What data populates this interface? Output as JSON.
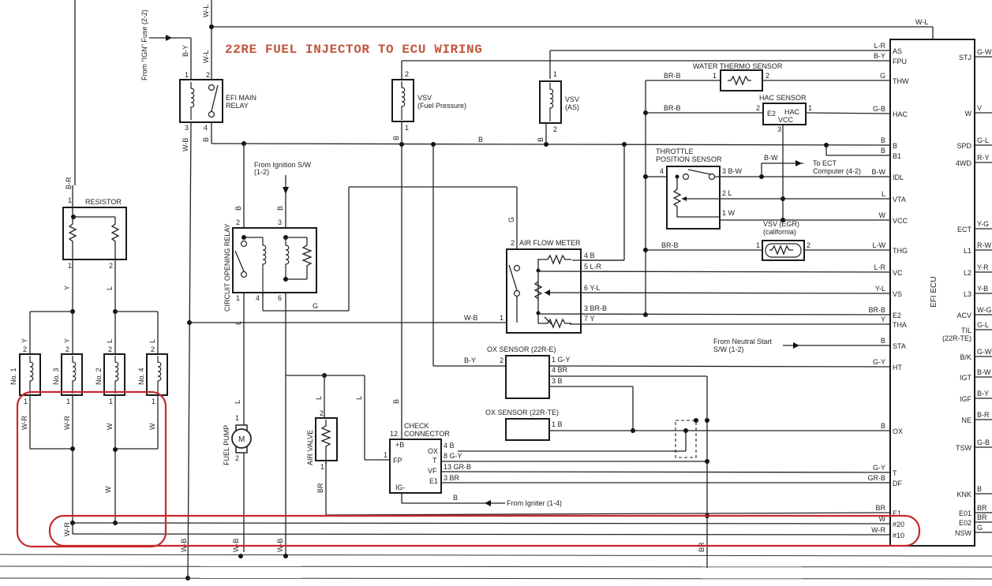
{
  "title": "22RE FUEL INJECTOR TO ECU WIRING",
  "colors": {
    "title": "#c0553a",
    "highlight": "#c8282e",
    "ink": "#1e1e1e",
    "background": "#ffffff"
  },
  "sources": {
    "ign_fuse": "From \"IGN\" Fuse (2-2)",
    "ignition_sw": "From Ignition S/W",
    "ignition_sw_ref": "(1-2)",
    "ect_computer": "To ECT",
    "ect_computer_ref": "Computer (4-2)",
    "neutral_start": "From Neutral Start",
    "neutral_start_ref": "S/W (1-2)",
    "igniter": "From Igniter (1-4)"
  },
  "components": {
    "efi_main_relay": {
      "label1": "EFI MAIN",
      "label2": "RELAY",
      "pins": [
        "1",
        "2",
        "3",
        "4"
      ]
    },
    "resistor": {
      "label": "RESISTOR",
      "pins": [
        "1",
        "1",
        "2"
      ]
    },
    "injectors": [
      {
        "label": "No. 1",
        "pin_top": "2",
        "pin_bottom": "1",
        "wire_top": "Y",
        "wire_bottom": "W-R"
      },
      {
        "label": "No. 3",
        "pin_top": "2",
        "pin_bottom": "1",
        "wire_top": "Y",
        "wire_bottom": "W-R"
      },
      {
        "label": "No. 2",
        "pin_top": "2",
        "pin_bottom": "1",
        "wire_top": "L",
        "wire_bottom": "W"
      },
      {
        "label": "No. 4",
        "pin_top": "2",
        "pin_bottom": "1",
        "wire_top": "L",
        "wire_bottom": "W"
      }
    ],
    "circuit_opening_relay": {
      "label": "CIRCUIT OPENING RELAY",
      "pins": [
        "2",
        "3",
        "1",
        "4",
        "6"
      ]
    },
    "vsv_fuel_pressure": {
      "label1": "VSV",
      "label2": "(Fuel Pressure)",
      "pins": [
        "2",
        "1"
      ]
    },
    "vsv_as": {
      "label1": "VSV",
      "label2": "(AS)",
      "pins": [
        "1",
        "2"
      ]
    },
    "water_thermo_sensor": {
      "label": "WATER THERMO SENSOR",
      "pins": [
        "1",
        "2"
      ]
    },
    "hac_sensor": {
      "label": "HAC SENSOR",
      "inner1": "E2",
      "inner2": "HAC",
      "inner3": "VCC",
      "pins": [
        "2",
        "1",
        "3"
      ]
    },
    "throttle_position_sensor": {
      "label1": "THROTTLE",
      "label2": "POSITION SENSOR",
      "pins": [
        "4",
        "3 B-W",
        "2 L",
        "1 W"
      ]
    },
    "vsv_egr": {
      "label1": "VSV (EGR)",
      "label2": "(california)",
      "pins": [
        "1",
        "2"
      ]
    },
    "air_flow_meter": {
      "label": "AIR FLOW METER",
      "pins": [
        "2",
        "1",
        "4 B",
        "5 L-R",
        "6 Y-L",
        "3 BR-B",
        "7 Y"
      ]
    },
    "ox_sensor_22re": {
      "label": "OX SENSOR (22R-E)",
      "pins": [
        "2",
        "1 G-Y",
        "4 BR",
        "3 B"
      ]
    },
    "ox_sensor_22rte": {
      "label": "OX SENSOR (22R-TE)",
      "pins": [
        "1 B"
      ]
    },
    "fuel_pump": {
      "label": "FUEL PUMP",
      "symbol": "M",
      "pins": [
        "1",
        "2"
      ]
    },
    "air_valve": {
      "label": "AIR VALVE",
      "pins": [
        "2",
        "1"
      ]
    },
    "check_connector": {
      "label1": "CHECK",
      "label2": "CONNECTOR",
      "terminals": [
        "+B",
        "FP",
        "OX",
        "T",
        "VF",
        "E1",
        "IG-"
      ],
      "pins": [
        "12",
        "1",
        "4 B",
        "8 G-Y",
        "13 GR-B",
        "3 BR"
      ]
    }
  },
  "ecu": {
    "label": "EFI ECU",
    "left_terminals": [
      {
        "name": "AS",
        "wire": "L-R"
      },
      {
        "name": "FPU",
        "wire": "B-Y"
      },
      {
        "name": "THW",
        "wire": "G"
      },
      {
        "name": "HAC",
        "wire": "G-B"
      },
      {
        "name": "B",
        "wire": "B"
      },
      {
        "name": "B1",
        "wire": "B"
      },
      {
        "name": "IDL",
        "wire": "B-W"
      },
      {
        "name": "VTA",
        "wire": "L"
      },
      {
        "name": "VCC",
        "wire": "W"
      },
      {
        "name": "THG",
        "wire": "L-W"
      },
      {
        "name": "VC",
        "wire": "L-R"
      },
      {
        "name": "VS",
        "wire": "Y-L"
      },
      {
        "name": "E2",
        "wire": "BR-B"
      },
      {
        "name": "THA",
        "wire": "Y"
      },
      {
        "name": "STA",
        "wire": "B"
      },
      {
        "name": "HT",
        "wire": "G-Y"
      },
      {
        "name": "OX",
        "wire": "B"
      },
      {
        "name": "T",
        "wire": "G-Y"
      },
      {
        "name": "DF",
        "wire": "GR-B"
      },
      {
        "name": "E1",
        "wire": "BR"
      },
      {
        "name": "#20",
        "wire": "W"
      },
      {
        "name": "#10",
        "wire": "W-R"
      }
    ],
    "top_wire": "W-L",
    "right_terminals": [
      {
        "name": "STJ",
        "wire": "G-W"
      },
      {
        "name": "W",
        "wire": "V"
      },
      {
        "name": "SPD",
        "wire": "G-L"
      },
      {
        "name": "4WD",
        "wire": "R-Y"
      },
      {
        "name": "ECT",
        "wire": "Y-G"
      },
      {
        "name": "L1",
        "wire": "R-W"
      },
      {
        "name": "L2",
        "wire": "Y-R"
      },
      {
        "name": "L3",
        "wire": "Y-B"
      },
      {
        "name": "ACV",
        "wire": "W-G"
      },
      {
        "name": "TIL",
        "wire": "G-L"
      },
      {
        "name": "(22R-TE)",
        "wire": ""
      },
      {
        "name": "B/K",
        "wire": "G-W"
      },
      {
        "name": "IGT",
        "wire": "B-W"
      },
      {
        "name": "IGF",
        "wire": "B-Y"
      },
      {
        "name": "NE",
        "wire": "B-R"
      },
      {
        "name": "TSW",
        "wire": "G-B"
      },
      {
        "name": "KNK",
        "wire": "B"
      },
      {
        "name": "E01",
        "wire": "BR"
      },
      {
        "name": "E02",
        "wire": "BR"
      },
      {
        "name": "NSW",
        "wire": "G"
      }
    ]
  },
  "wire_labels": {
    "W_L": "W-L",
    "B_Y": "B-Y",
    "B": "B",
    "W_B": "W-B",
    "B_R": "B-R",
    "Y": "Y",
    "L": "L",
    "W": "W",
    "W_R": "W-R",
    "G": "G",
    "BR": "BR",
    "BR_B": "BR-B",
    "G_B": "G-B",
    "B_W": "B-W",
    "L_W": "L-W"
  }
}
